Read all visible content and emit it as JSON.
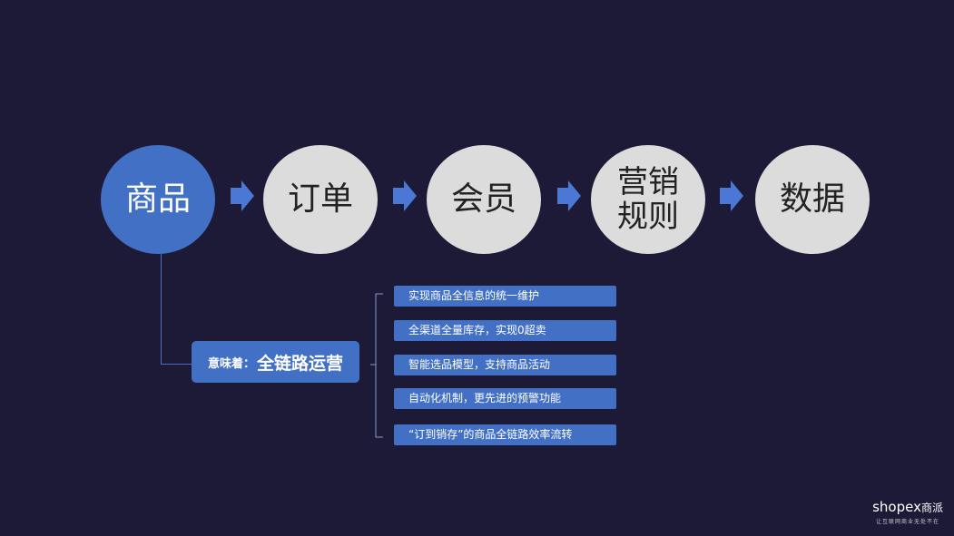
{
  "flow": [
    {
      "label": "商品",
      "active": true
    },
    {
      "label": "订单",
      "active": false
    },
    {
      "label": "会员",
      "active": false
    },
    {
      "label": "营销\n规则",
      "active": false
    },
    {
      "label": "数据",
      "active": false
    }
  ],
  "meaning": {
    "prefix": "意味着：",
    "main": "全链路运营"
  },
  "items": [
    "实现商品全信息的统一维护",
    "全渠道全量库存，实现0超卖",
    "智能选品模型，支持商品活动",
    "自动化机制，更先进的预警功能",
    "“订到销存”的商品全链路效率流转"
  ],
  "logo": {
    "brand": "shopex",
    "brand_cn": "商派",
    "slogan": "让互联网商业无处不在"
  },
  "colors": {
    "background": "#1c1a37",
    "accent": "#4270c4",
    "inactive": "#dcdcdc"
  }
}
